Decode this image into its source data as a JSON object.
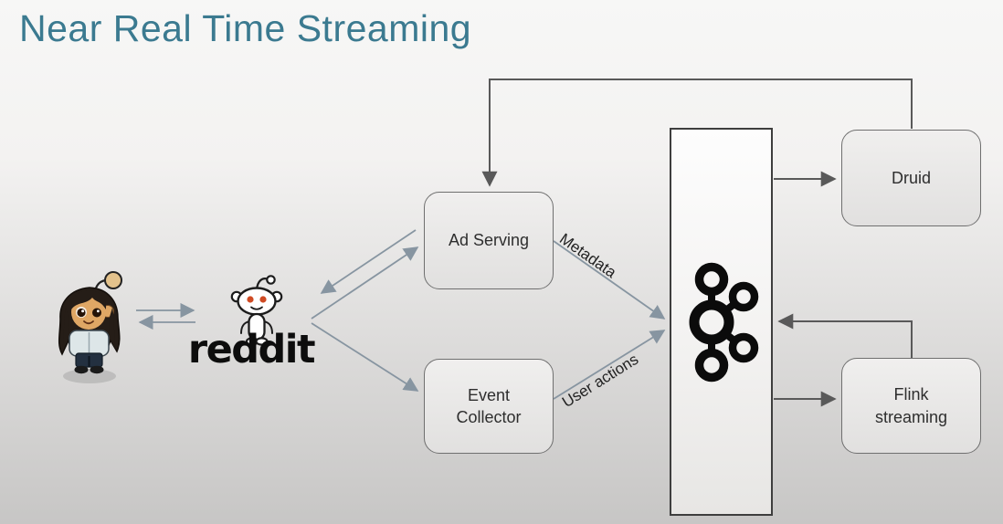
{
  "title": "Near Real Time Streaming",
  "reddit": {
    "wordmark": "reddit"
  },
  "nodes": {
    "user": {
      "description": "reddit user avatar with long dark hair"
    },
    "ad_serving": {
      "label": "Ad Serving"
    },
    "event_collector": {
      "label": "Event Collector"
    },
    "kafka": {
      "icon": "kafka-logo"
    },
    "druid": {
      "label": "Druid"
    },
    "flink": {
      "label": "Flink streaming"
    }
  },
  "edge_labels": {
    "metadata": "Metadata",
    "user_actions": "User actions"
  },
  "edges": [
    "user -> reddit",
    "reddit -> user",
    "reddit -> ad_serving",
    "ad_serving -> reddit",
    "reddit -> event_collector",
    "ad_serving -> kafka (Metadata)",
    "event_collector -> kafka (User actions)",
    "kafka -> druid",
    "druid -> ad_serving (top feedback loop)",
    "kafka -> flink",
    "flink -> kafka (feedback)"
  ],
  "colors": {
    "title": "#3b7a90",
    "arrow_light": "#8795a1",
    "arrow_dark": "#595959",
    "box_border": "#6f6f6f",
    "box_fill": "#e9e8e7",
    "kafka_logo": "#0b0b0b",
    "snoo_eyes": "#cf4a23"
  }
}
